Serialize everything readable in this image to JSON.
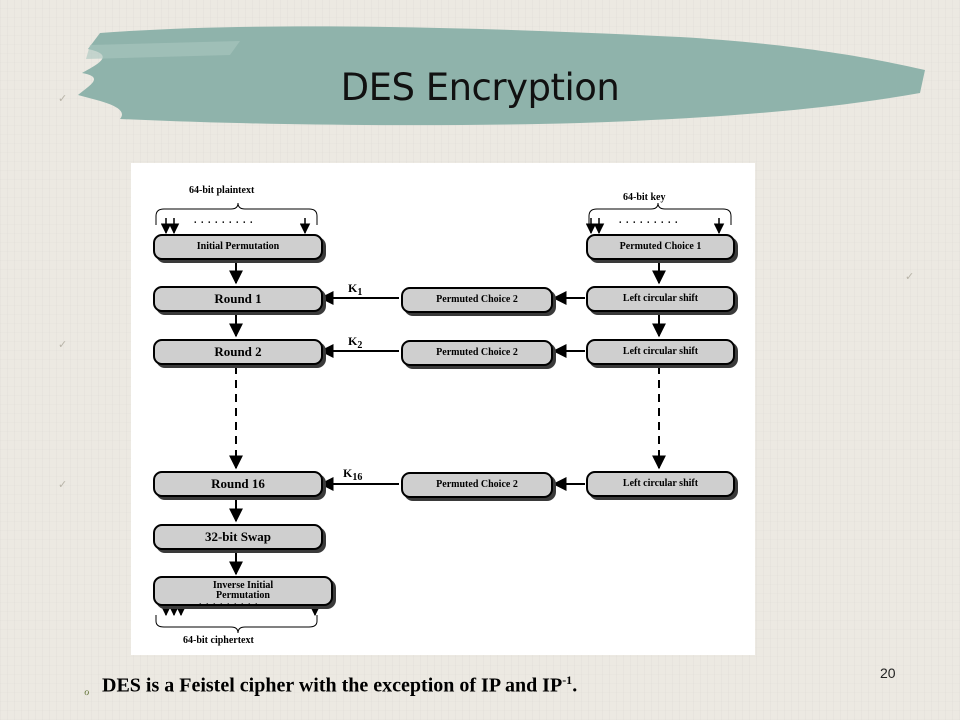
{
  "slide": {
    "title": "DES Encryption",
    "page_number": "20",
    "caption": {
      "text": "DES is a Feistel cipher with the exception of IP and IP",
      "superscript": "-1",
      "suffix": "."
    }
  },
  "diagram": {
    "plaintext_label": "64-bit plaintext",
    "key_label": "64-bit key",
    "ciphertext_label": "64-bit ciphertext",
    "dots": ". . . . . . . . .",
    "left_column": {
      "initial_permutation": "Initial Permutation",
      "round_1": "Round 1",
      "round_2": "Round 2",
      "round_16": "Round 16",
      "swap": "32-bit Swap",
      "inverse_ip_line1": "Inverse Initial",
      "inverse_ip_line2": "Permutation"
    },
    "right_column": {
      "permuted_choice_1": "Permuted Choice 1",
      "left_circular_shift": "Left circular shift"
    },
    "middle_column": {
      "permuted_choice_2": "Permuted Choice 2"
    },
    "subkeys": [
      {
        "base": "K",
        "sub": "1"
      },
      {
        "base": "K",
        "sub": "2"
      },
      {
        "base": "K",
        "sub": "16"
      }
    ]
  },
  "colors": {
    "title_brush": "#8fb3ab",
    "box_fill": "#cfcfcf",
    "background": "#ece9e2"
  }
}
